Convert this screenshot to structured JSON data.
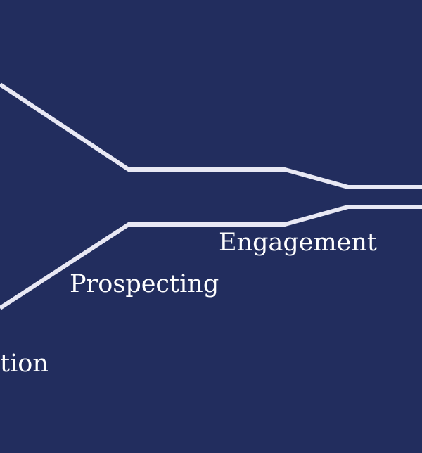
{
  "diagram": {
    "line_color": "#e8e8f4",
    "background_color": "#222d5e",
    "stages": [
      {
        "id": "engagement",
        "label": "Engagement"
      },
      {
        "id": "prospecting",
        "label": "Prospecting"
      },
      {
        "id": "third",
        "label": "tion"
      }
    ]
  }
}
